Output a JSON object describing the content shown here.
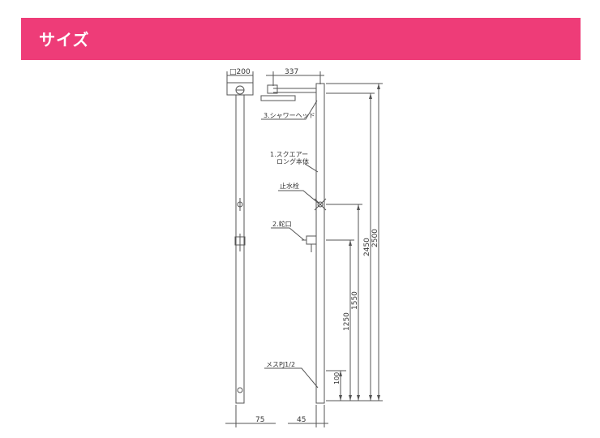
{
  "header": {
    "title": "サイズ"
  },
  "drawing": {
    "top_dims": {
      "square": "□200",
      "offset": "337"
    },
    "bottom_dims": {
      "left": "75",
      "right": "45"
    },
    "callouts": {
      "shower_head": "3.シャワーヘッド",
      "body_line1": "1.スクエアー",
      "body_line2": "ロング本体",
      "stop_valve": "止水栓",
      "faucet": "2.蛇口",
      "thread": "メスPJ1/2"
    },
    "heights": {
      "h2500": "2500",
      "h2450": "2450",
      "h1550": "1550",
      "h1250": "1250",
      "h100": "100"
    }
  }
}
